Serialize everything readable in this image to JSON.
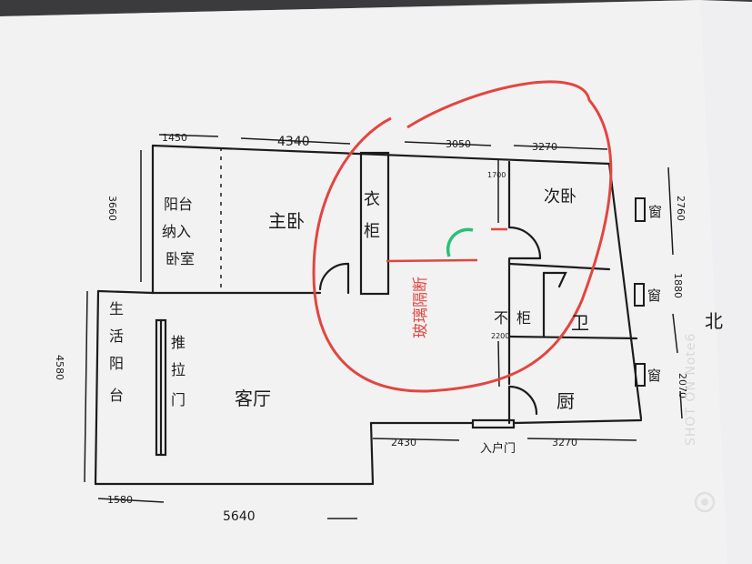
{
  "dimensions": {
    "top_left": "1450",
    "top_mid": "4340",
    "top_right_a": "3050",
    "top_right_b": "3270",
    "left_top": "3660",
    "left_bottom": "4580",
    "bottom_left": "1580",
    "bottom_mid": "5640",
    "kitchen_bottom_a": "2430",
    "kitchen_bottom_b": "3270",
    "right_1": "2760",
    "right_2": "1880",
    "right_3": "2070",
    "hall_small": "1700",
    "bath_small": "2200"
  },
  "rooms": {
    "balcony_top": [
      "阳台",
      "纳入",
      "卧室"
    ],
    "master": "主卧",
    "wardrobe": [
      "衣",
      "柜"
    ],
    "second": "次卧",
    "living_balcony": [
      "生",
      "活",
      "阳",
      "台"
    ],
    "sliding_door": [
      "推",
      "拉",
      "门"
    ],
    "living": "客厅",
    "cabinet": [
      "柜"
    ],
    "bath_left": "不",
    "bath": "卫",
    "kitchen": "厨",
    "entrance": "入户门"
  },
  "windows": [
    "窗",
    "窗",
    "窗"
  ],
  "annotation": {
    "glass_partition": "玻璃隔断",
    "north": "北"
  },
  "watermark": {
    "line1": "SHOT ON Note6",
    "logo": "logo"
  },
  "colors": {
    "paper": "#f2f2f4",
    "ink": "#1c1c1c",
    "red": "#e2463f",
    "green": "#29c07a"
  }
}
